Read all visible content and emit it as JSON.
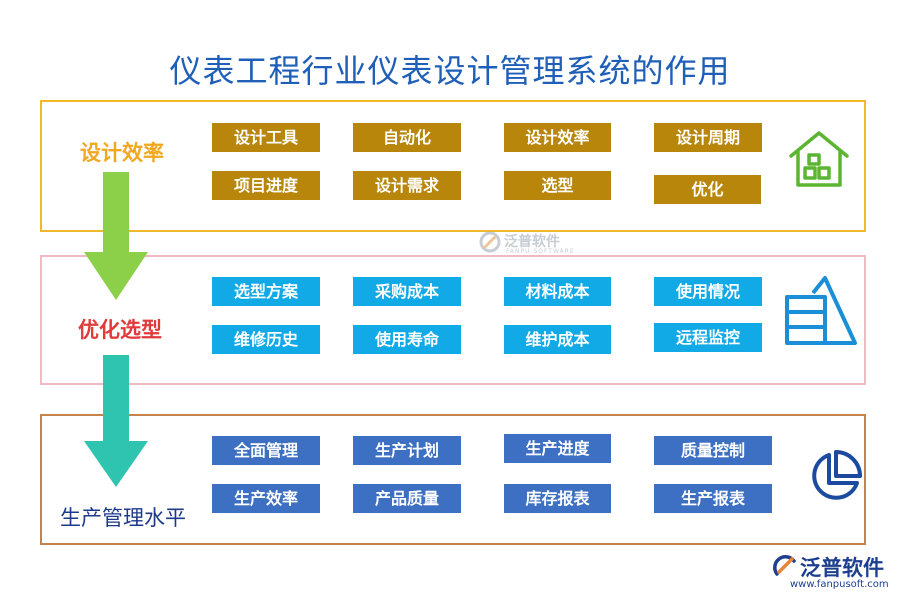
{
  "title": "仪表工程行业仪表设计管理系统的作用",
  "sections": [
    {
      "name": "设计效率",
      "color": "#f0b92a",
      "icon": "house-icon",
      "items": [
        "设计工具",
        "自动化",
        "设计效率",
        "设计周期",
        "项目进度",
        "设计需求",
        "选型",
        "优化"
      ]
    },
    {
      "name": "优化选型",
      "color": "#f0b9c4",
      "icon": "list-pyramid-icon",
      "items": [
        "选型方案",
        "采购成本",
        "材料成本",
        "使用情况",
        "维修历史",
        "使用寿命",
        "维护成本",
        "远程监控"
      ]
    },
    {
      "name": "生产管理水平",
      "color": "#c5824a",
      "icon": "pie-chart-icon",
      "items": [
        "全面管理",
        "生产计划",
        "生产进度",
        "质量控制",
        "生产效率",
        "产品质量",
        "库存报表",
        "生产报表"
      ]
    }
  ],
  "colors": {
    "title": "#1f5fb8",
    "tag_gold": "#b8860b",
    "tag_cyan": "#11a9e6",
    "tag_blue": "#3d6fc2",
    "arrow_green": "#8cd04a",
    "arrow_teal": "#2ec4b0"
  },
  "watermark": {
    "name": "泛普软件",
    "sub": "FANPU SOFTWARE"
  },
  "brand": {
    "name": "泛普软件",
    "url": "www.fanpusoft.com"
  }
}
